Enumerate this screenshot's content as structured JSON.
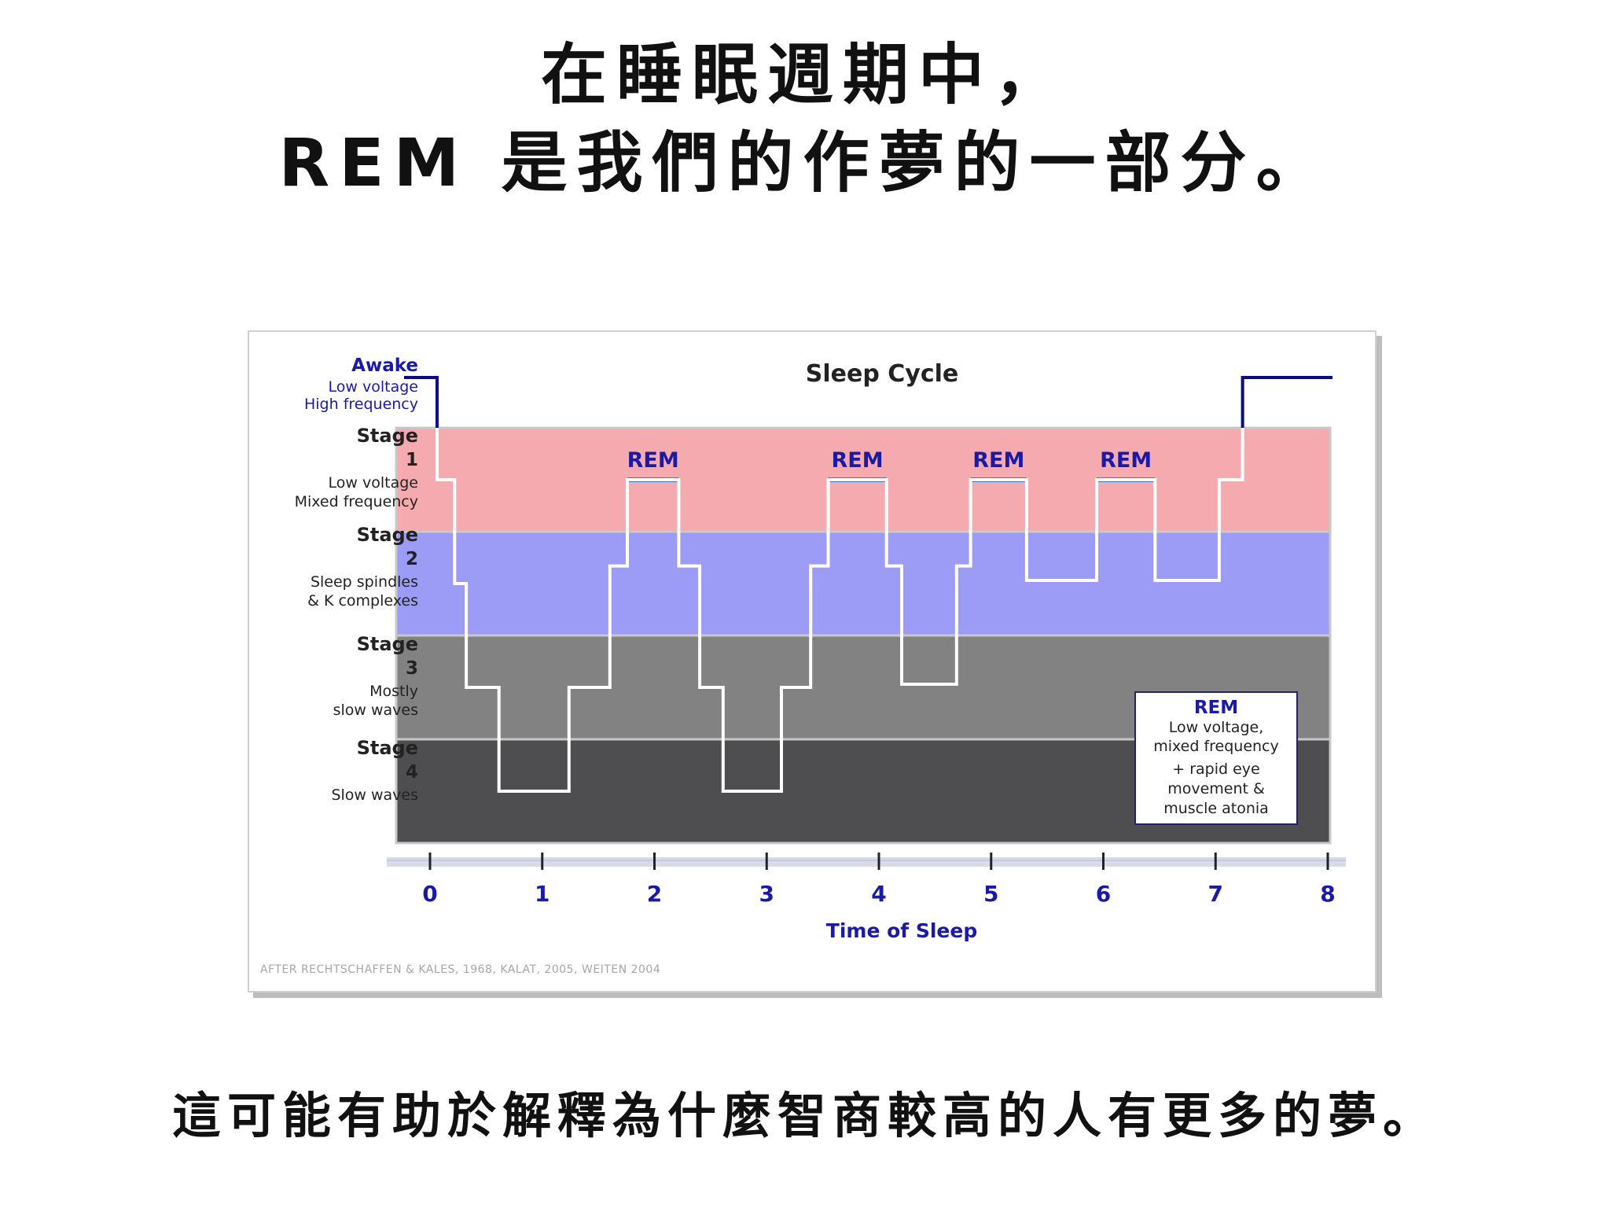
{
  "slide": {
    "title_line1": "在睡眠週期中，",
    "title_line2": "REM 是我們的作夢的一部分。",
    "caption": "這可能有助於解釋為什麼智商較高的人有更多的夢。"
  },
  "chart_data": {
    "type": "line",
    "title": "Sleep Cycle",
    "xlabel": "Time of Sleep",
    "xlim": [
      0,
      8
    ],
    "x_ticks": [
      "0",
      "1",
      "2",
      "3",
      "4",
      "5",
      "6",
      "7",
      "8"
    ],
    "source": "AFTER RECHTSCHAFFEN & KALES, 1968, KALAT, 2005, WEITEN 2004",
    "stages": [
      {
        "key": "awake",
        "title": "Awake",
        "number": "",
        "desc": [
          "Low voltage",
          "High frequency"
        ],
        "color": "#ffffff"
      },
      {
        "key": "stage1",
        "title": "Stage",
        "number": "1",
        "desc": [
          "Low voltage",
          "Mixed frequency"
        ],
        "color": "#f4aaae"
      },
      {
        "key": "stage2",
        "title": "Stage",
        "number": "2",
        "desc": [
          "Sleep spindles",
          "& K complexes"
        ],
        "color": "#9c9cf7"
      },
      {
        "key": "stage3",
        "title": "Stage",
        "number": "3",
        "desc": [
          "Mostly",
          "slow waves"
        ],
        "color": "#828282"
      },
      {
        "key": "stage4",
        "title": "Stage",
        "number": "4",
        "desc": [
          "Slow waves"
        ],
        "color": "#4e4d4f"
      }
    ],
    "hypnogram": [
      {
        "x": 0,
        "y": 0
      },
      {
        "x": 0.35,
        "y": 0
      },
      {
        "x": 0.35,
        "y": 0.5
      },
      {
        "x": 0.5,
        "y": 0.5
      },
      {
        "x": 0.5,
        "y": 1.5
      },
      {
        "x": 0.6,
        "y": 1.5
      },
      {
        "x": 0.6,
        "y": 2.5
      },
      {
        "x": 0.88,
        "y": 2.5
      },
      {
        "x": 0.88,
        "y": 3.5
      },
      {
        "x": 1.48,
        "y": 3.5
      },
      {
        "x": 1.48,
        "y": 2.5
      },
      {
        "x": 1.83,
        "y": 2.5
      },
      {
        "x": 1.83,
        "y": 1.33
      },
      {
        "x": 1.98,
        "y": 1.33
      },
      {
        "x": 1.98,
        "y": 0.5
      },
      {
        "x": 2.42,
        "y": 0.5
      },
      {
        "x": 2.42,
        "y": 1.33
      },
      {
        "x": 2.6,
        "y": 1.33
      },
      {
        "x": 2.6,
        "y": 2.5
      },
      {
        "x": 2.8,
        "y": 2.5
      },
      {
        "x": 2.8,
        "y": 3.5
      },
      {
        "x": 3.3,
        "y": 3.5
      },
      {
        "x": 3.3,
        "y": 2.5
      },
      {
        "x": 3.55,
        "y": 2.5
      },
      {
        "x": 3.55,
        "y": 1.33
      },
      {
        "x": 3.7,
        "y": 1.33
      },
      {
        "x": 3.7,
        "y": 0.5
      },
      {
        "x": 4.2,
        "y": 0.5
      },
      {
        "x": 4.2,
        "y": 1.33
      },
      {
        "x": 4.33,
        "y": 1.33
      },
      {
        "x": 4.33,
        "y": 2.47
      },
      {
        "x": 4.8,
        "y": 2.47
      },
      {
        "x": 4.8,
        "y": 1.33
      },
      {
        "x": 4.92,
        "y": 1.33
      },
      {
        "x": 4.92,
        "y": 0.5
      },
      {
        "x": 5.4,
        "y": 0.5
      },
      {
        "x": 5.4,
        "y": 1.47
      },
      {
        "x": 6.0,
        "y": 1.47
      },
      {
        "x": 6.0,
        "y": 0.5
      },
      {
        "x": 6.5,
        "y": 0.5
      },
      {
        "x": 6.5,
        "y": 1.47
      },
      {
        "x": 7.05,
        "y": 1.47
      },
      {
        "x": 7.05,
        "y": 0.5
      },
      {
        "x": 7.25,
        "y": 0.5
      },
      {
        "x": 7.25,
        "y": 0
      },
      {
        "x": 8.0,
        "y": 0
      }
    ],
    "rem_periods": [
      {
        "label": "REM",
        "start": 1.98,
        "end": 2.42
      },
      {
        "label": "REM",
        "start": 3.7,
        "end": 4.2
      },
      {
        "label": "REM",
        "start": 4.92,
        "end": 5.4
      },
      {
        "label": "REM",
        "start": 6.0,
        "end": 6.5
      }
    ],
    "legend": {
      "title": "REM",
      "lines": [
        "Low voltage,",
        "mixed frequency",
        "+ rapid eye",
        "movement &",
        "muscle atonia"
      ]
    },
    "colors": {
      "accent": "#1a1aa8",
      "rem_bar": "#3a7bbd",
      "line": "#ffffff",
      "awake_line": "#0a0a8a",
      "axis_strip": "#d8dcea"
    }
  }
}
